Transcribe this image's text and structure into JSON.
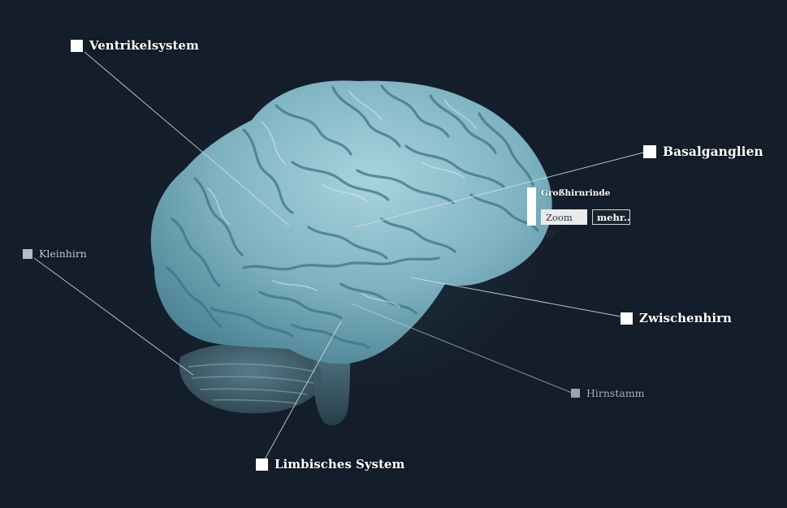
{
  "labels": {
    "ventrikelsystem": "Ventrikelsystem",
    "basalganglien": "Basalganglien",
    "kleinhirn": "Kleinhirn",
    "zwischenhirn": "Zwischenhirn",
    "hirnstamm": "Hirnstamm",
    "limbisches_system": "Limbisches System"
  },
  "popup": {
    "title": "Großhirnrinde",
    "zoom_label": "Zoom in",
    "more_label": "mehr.."
  },
  "colors": {
    "background": "#141d2a",
    "brain": "#7fb3c2",
    "brain_highlight": "#cfe7ee",
    "cerebellum": "#4f6f7d",
    "label": "#ffffff",
    "leader_line": "#d6dde2"
  },
  "icons": [
    "label-marker-square"
  ]
}
